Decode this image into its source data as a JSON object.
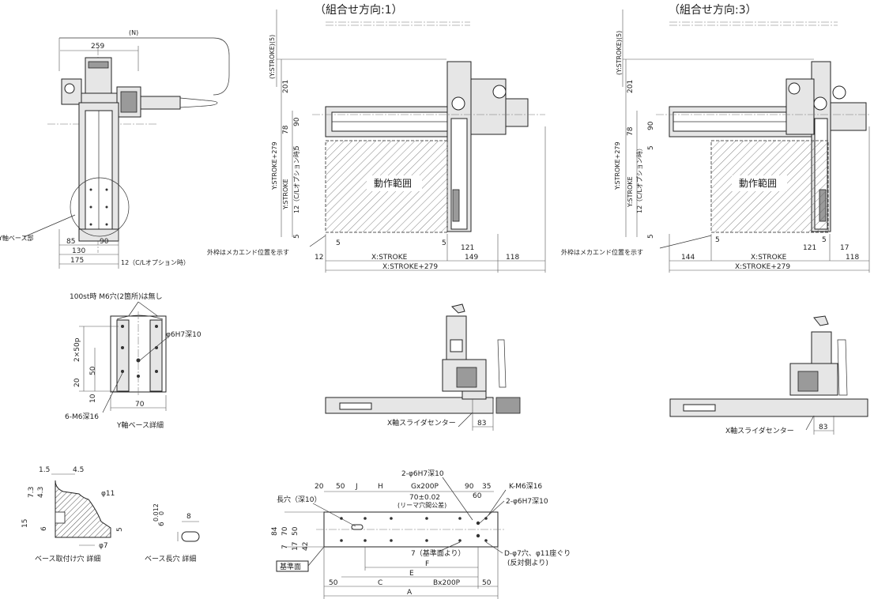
{
  "titles": {
    "combo1": "（組合せ方向:1）",
    "combo3": "（組合せ方向:3）"
  },
  "side_view": {
    "n": "(N)",
    "w259": "259",
    "y_base": "Y軸ベース部",
    "d85": "85",
    "d90": "90",
    "d130": "130",
    "d175": "175",
    "d12_cl": "12（C/Lオプション時）"
  },
  "front_views": {
    "y_stroke_5": "(Y:STROKE)(5)",
    "d201": "201",
    "y_stroke_279": "Y:STROKE+279",
    "d90": "90",
    "d78": "78",
    "d5": "5",
    "y_stroke": "Y:STROKE",
    "d12_cl": "12（C/Lオプション時）",
    "work_area": "動作範囲",
    "outer_frame_note": "外枠はメカエンド位置を示す",
    "d12": "12",
    "x_stroke": "X:STROKE",
    "d149": "149",
    "d118": "118",
    "d121": "121",
    "x_stroke_279": "X:STROKE+279",
    "d144": "144",
    "d17": "17"
  },
  "y_base_detail": {
    "note_100st": "100st時 M6穴(2箇所)は無し",
    "pitch": "2×50p",
    "d50": "50",
    "d20": "20",
    "d10": "10",
    "phi6h7": "φ6H7深10",
    "d70": "70",
    "m6": "6-M6深16",
    "caption": "Y軸ベース詳細"
  },
  "slider_views": {
    "x_slider_center": "X軸スライダセンター",
    "d83": "83"
  },
  "hole_detail": {
    "d1_5": "1.5",
    "d4_5": "4.5",
    "d7_3": "7.3",
    "d4_3": "4.3",
    "phi11": "φ11",
    "d15": "15",
    "d6": "6",
    "d5": "5",
    "phi7": "φ7",
    "caption": "ベース取付け穴 詳細"
  },
  "slot_detail": {
    "tol_upper": "0.012",
    "tol_lower": "0",
    "d6": "6",
    "d8": "8",
    "caption": "ベース長穴 詳細"
  },
  "base_bottom": {
    "d20": "20",
    "d50": "50",
    "j": "J",
    "h": "H",
    "g200p": "Gx200P",
    "d90": "90",
    "d35": "35",
    "k_m6": "K-M6深16",
    "phi6h7_top": "2-φ6H7深10",
    "d60": "60",
    "phi6h7_right": "2-φ6H7深10",
    "tol70": "70±0.02",
    "ream": "(リーマ穴間公差)",
    "slot": "長穴（深10）",
    "d84": "84",
    "d70": "70",
    "d50v": "50",
    "d7": "7",
    "d17": "17",
    "d42": "42",
    "ref7": "7（基準面より）",
    "d_holes": "D-φ7穴、φ11座ぐり",
    "opposite": "(反対側より)",
    "ref_face": "基準面",
    "f": "F",
    "e": "E",
    "d50a": "50",
    "c": "C",
    "b200p": "Bx200P",
    "d50b": "50",
    "a": "A"
  }
}
